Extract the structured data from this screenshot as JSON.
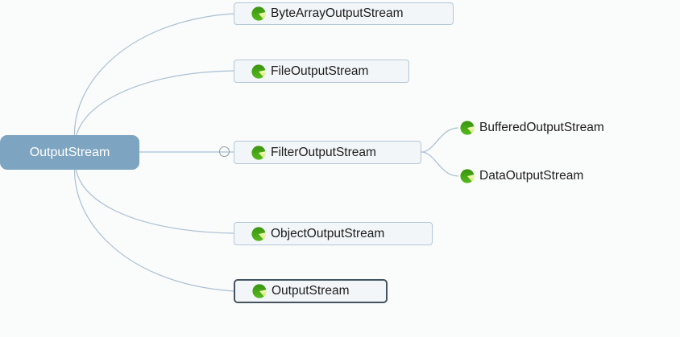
{
  "tree": {
    "label": "OutputStream",
    "children": [
      {
        "label": "ByteArrayOutputStream"
      },
      {
        "label": "FileOutputStream"
      },
      {
        "label": "FilterOutputStream",
        "expanded": true,
        "children": [
          {
            "label": "BufferedOutputStream"
          },
          {
            "label": "DataOutputStream"
          }
        ]
      },
      {
        "label": "ObjectOutputStream"
      },
      {
        "label": "OutputStream",
        "selected": true
      }
    ]
  },
  "icons": {
    "class_icon": "green-pie-class-icon",
    "toggle_icon": "collapse-toggle-circle"
  },
  "colors": {
    "background": "#fafbfb",
    "root_fill": "#7da4c0",
    "root_text": "#ffffff",
    "box_fill": "#f2f6f9",
    "box_border": "#b4c8d6",
    "selected_border": "#44535f",
    "edge_line": "#a9c0d2",
    "toggle_border": "#8a9bab",
    "icon_green_dark": "#3a9410",
    "icon_green_light": "#55b91e",
    "icon_wedge": "#eaf5ab",
    "label_text": "#1c1c1c"
  }
}
